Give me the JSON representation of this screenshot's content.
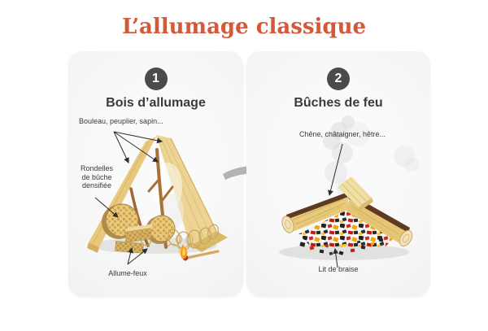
{
  "title": "L’allumage classique",
  "colors": {
    "accent": "#d4583a",
    "step_badge": "#4b4b4b",
    "heading_text": "#3b3b3b",
    "label_text": "#3a3a38",
    "card_background": "#f1f1f1",
    "connector_arrow": "#b3b3b3",
    "wood": "#eed494",
    "bark": "#5e3b20",
    "ember_red": "#d2271a",
    "ember_yellow": "#f2a608",
    "ember_black": "#232323"
  },
  "connector": {
    "icon": "arrow-right"
  },
  "panels": {
    "left": {
      "step_number": "1",
      "heading": "Bois d’allumage",
      "labels": {
        "wood_types": "Bouleau, peuplier, sapin...",
        "rondelles": "Rondelles\nde bûche\ndensifiée",
        "firelighters": "Allume-feux"
      }
    },
    "right": {
      "step_number": "2",
      "heading": "Bûches de feu",
      "labels": {
        "wood_types": "Chêne, châtaigner, hêtre...",
        "embers": "Lit de braise"
      }
    }
  }
}
